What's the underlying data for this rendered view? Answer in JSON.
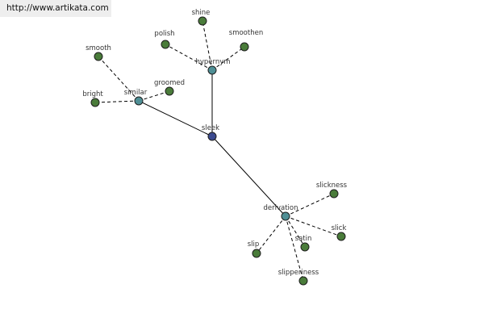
{
  "header": {
    "url": "http://www.artikata.com"
  },
  "colors": {
    "center_node": "#3b4a8f",
    "category_node": "#4f8f95",
    "word_node": "#4a7c3a",
    "solid_edge": "#000000",
    "dashed_edge": "#000000"
  },
  "graph": {
    "center": "sleek",
    "categories": [
      "hypernym",
      "similar",
      "derivation"
    ],
    "words": {
      "hypernym": [
        "shine",
        "polish",
        "smoothen"
      ],
      "similar": [
        "smooth",
        "bright",
        "groomed"
      ],
      "derivation": [
        "slickness",
        "slick",
        "satin",
        "slip",
        "slipperiness"
      ]
    }
  }
}
